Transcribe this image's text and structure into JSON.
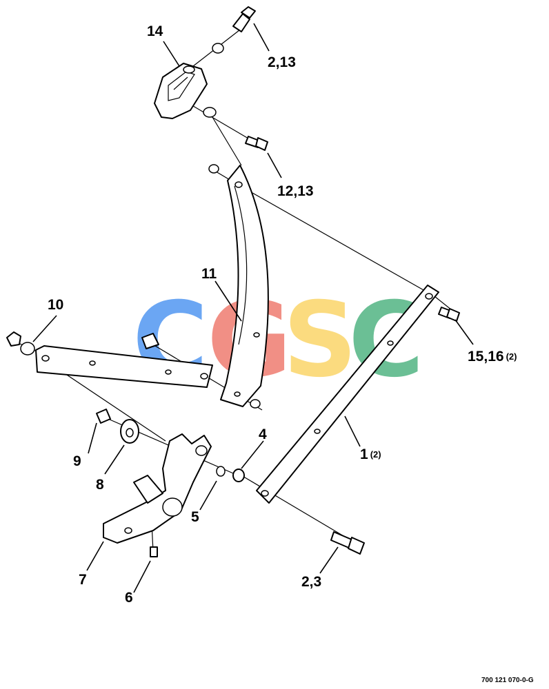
{
  "watermark": {
    "letters": [
      "C",
      "G",
      "S",
      "C"
    ],
    "colors": [
      "#5b9df2",
      "#f08378",
      "#fbd872",
      "#5cb98a"
    ]
  },
  "callouts": [
    {
      "id": "c14",
      "text": "14",
      "sub": ""
    },
    {
      "id": "c2_13",
      "text": "2,13",
      "sub": ""
    },
    {
      "id": "c12_13",
      "text": "12,13",
      "sub": ""
    },
    {
      "id": "c11",
      "text": "11",
      "sub": ""
    },
    {
      "id": "c10",
      "text": "10",
      "sub": ""
    },
    {
      "id": "c15_16",
      "text": "15,16",
      "sub": "(2)"
    },
    {
      "id": "c4",
      "text": "4",
      "sub": ""
    },
    {
      "id": "c1",
      "text": "1",
      "sub": "(2)"
    },
    {
      "id": "c9",
      "text": "9",
      "sub": ""
    },
    {
      "id": "c8",
      "text": "8",
      "sub": ""
    },
    {
      "id": "c5",
      "text": "5",
      "sub": ""
    },
    {
      "id": "c7",
      "text": "7",
      "sub": ""
    },
    {
      "id": "c6",
      "text": "6",
      "sub": ""
    },
    {
      "id": "c2_3",
      "text": "2,3",
      "sub": ""
    }
  ],
  "figure_ref": "700 121 070-0-G"
}
